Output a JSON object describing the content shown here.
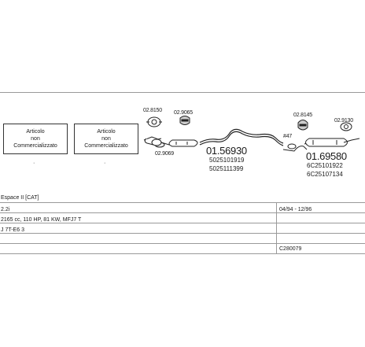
{
  "boxes": [
    {
      "lines": [
        "Articolo",
        "non",
        "Commercializzato"
      ]
    },
    {
      "lines": [
        "Articolo",
        "non",
        "Commercializzato"
      ]
    }
  ],
  "part_codes": {
    "clamp_front_left": "02.8150",
    "clamp_front_right": "02.9065",
    "gasket_front": "02.9069",
    "clamp_rear_left": "02.8145",
    "clamp_rear_right": "02.9130",
    "pipe_ref": "#47"
  },
  "front_silencer": {
    "number": "01.56930",
    "refs": [
      "5025101919",
      "5025111399"
    ]
  },
  "rear_silencer": {
    "number": "01.69580",
    "refs": [
      "6C25101922",
      "6C25107134"
    ]
  },
  "vehicle": {
    "model": "Espace II [CAT]",
    "engine": "2.2i",
    "date_range": "04/94 - 12/96",
    "spec": "2165 cc, 110 HP, 81 KW, MFJ7 T",
    "code": "J 7T-E6 3",
    "catalog_id": "C280079"
  }
}
